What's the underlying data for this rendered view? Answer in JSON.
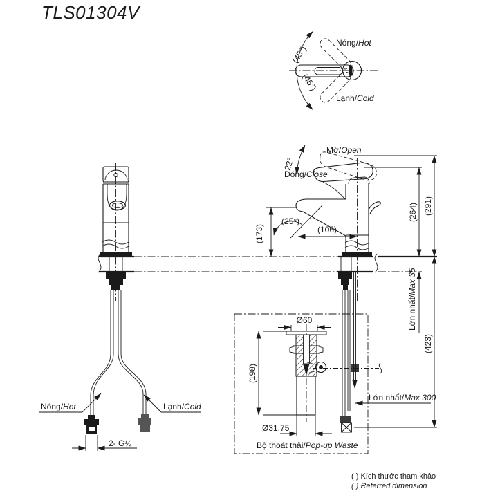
{
  "title": "TLS01304V",
  "colors": {
    "line": "#1a1a1a",
    "background": "#ffffff"
  },
  "labels": {
    "hot_vi": "Nóng/",
    "hot_en": "Hot",
    "cold_vi": "Lạnh/",
    "cold_en": "Cold"
  },
  "top_view": {
    "angle_upper": "(45°)",
    "angle_lower": "(45°)"
  },
  "side_view": {
    "open_vi": "Mở/",
    "open_en": "Open",
    "close_vi": "Đóng/",
    "close_en": "Close",
    "open_angle": "22°",
    "spout_angle": "(25°)",
    "dim_spout_reach": "(106)",
    "dim_spout_height": "(173)",
    "dim_height_closed": "(264)",
    "dim_height_open": "(291)",
    "dim_total_height": "(423)",
    "max_counter_vi": "Lớn nhất/",
    "max_counter_en": "Max 35",
    "max_rod_vi": "Lớn nhất/",
    "max_rod_en": "Max 300"
  },
  "front_view": {
    "thread_size": "2- G½"
  },
  "popup_waste": {
    "dia_flange": "Ø60",
    "dim_height": "(198)",
    "dia_tailpipe": "Ø31.75",
    "caption_vi": "Bộ thoát thải/",
    "caption_en": "Pop-up Waste"
  },
  "notes": {
    "reference_vi": "( ) Kích thước tham khảo",
    "reference_en": "( ) Referred dimension"
  }
}
